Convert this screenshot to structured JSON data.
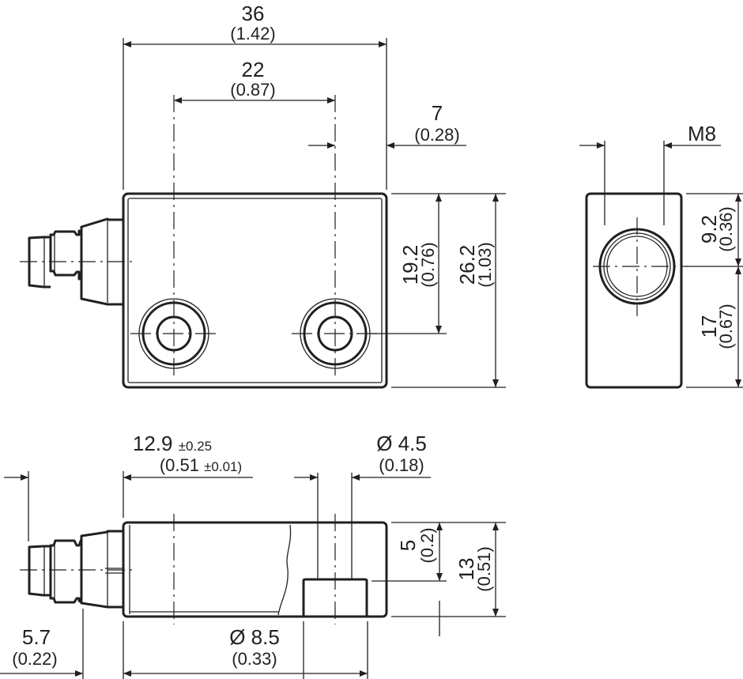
{
  "top_view": {
    "width": {
      "mm": "36",
      "in": "(1.42)"
    },
    "hole_spacing": {
      "mm": "22",
      "in": "(0.87)"
    },
    "hole_offset": {
      "mm": "7",
      "in": "(0.28)"
    },
    "hole_height": {
      "mm": "19.2",
      "in": "(0.76)"
    },
    "height": {
      "mm": "26.2",
      "in": "(1.03)"
    }
  },
  "side_view": {
    "thread": "M8",
    "thread_top": {
      "mm": "9.2",
      "in": "(0.36)"
    },
    "thread_bottom": {
      "mm": "17",
      "in": "(0.67)"
    }
  },
  "bottom_view": {
    "connector_offset": {
      "mm": "12.9",
      "tol_mm": "±0.25",
      "in": "(0.51",
      "tol_in": "±0.01)"
    },
    "bore": {
      "mm": "Ø 4.5",
      "in": "(0.18)"
    },
    "counterbore_depth": {
      "mm": "5",
      "in": "(0.2)"
    },
    "thickness": {
      "mm": "13",
      "in": "(0.51)"
    },
    "connector_length": {
      "mm": "5.7",
      "in": "(0.22)"
    },
    "counterbore": {
      "mm": "Ø 8.5",
      "in": "(0.33)"
    }
  }
}
